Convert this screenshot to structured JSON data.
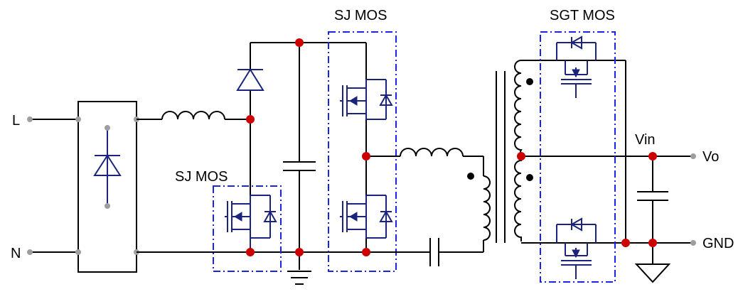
{
  "labels": {
    "input_l": "L",
    "input_n": "N",
    "pfc_switch": "SJ MOS",
    "llc_bridge": "SJ MOS",
    "sync_rect": "SGT MOS",
    "vin": "Vin",
    "vo": "Vo",
    "gnd": "GND"
  },
  "colors": {
    "wire": "#000000",
    "device": "#1a237e",
    "box": "#1a24e6",
    "junction": "#cc0000",
    "terminal": "#9e9e9e"
  }
}
